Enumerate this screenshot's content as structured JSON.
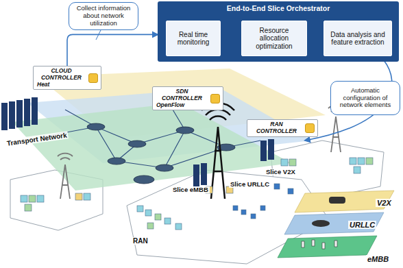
{
  "diagram": {
    "nodes": [
      {
        "text": [
          "Collect information about network utilization"
        ]
      },
      {
        "text": [
          "End-to-End Slice Orchestrator"
        ]
      },
      {
        "text": [
          "Real time monitoring"
        ],
        "in": 1
      },
      {
        "text": [
          "Resource allocation optimization"
        ],
        "in": 1
      },
      {
        "text": [
          "Data analysis and feature extraction"
        ],
        "in": 1
      },
      {
        "text": [
          "Automatic configuration of network elements"
        ]
      },
      {
        "text": [
          "CLOUD CONTROLLER",
          "Heat"
        ]
      },
      {
        "text": [
          "SDN CONTROLLER",
          "OpenFlow"
        ]
      },
      {
        "text": [
          "RAN CONTROLLER"
        ]
      }
    ],
    "edges": [
      {
        "from": 6,
        "to": 1,
        "arrow": "to"
      },
      {
        "from": 2,
        "to": 3,
        "arrow": "to"
      },
      {
        "from": 3,
        "to": 4,
        "arrow": "to"
      }
    ],
    "labels": [
      "Transport Network",
      "Slice V2X",
      "Slice URLLC",
      "Slice eMBB",
      "RAN",
      "V2X",
      "URLLC",
      "eMBB"
    ]
  }
}
